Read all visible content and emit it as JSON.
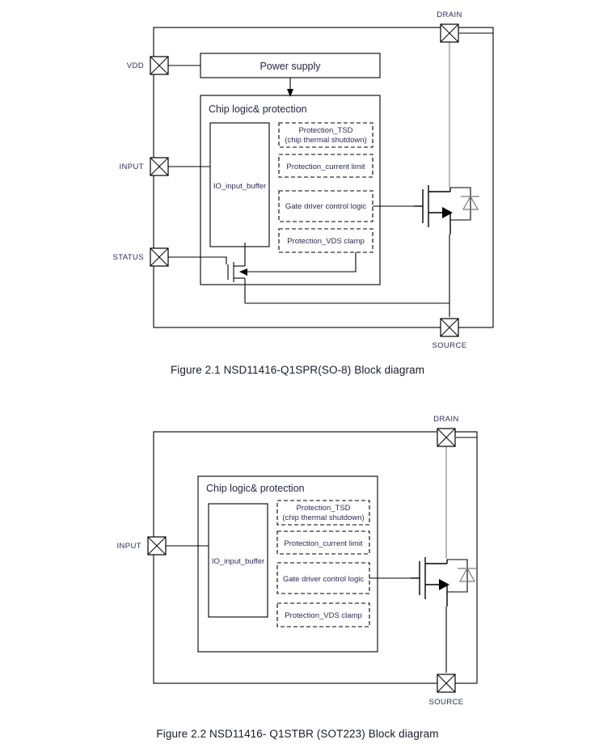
{
  "figures": [
    {
      "id": "fig-1",
      "caption": "Figure 2.1 NSD11416-Q1SPR(SO-8) Block diagram",
      "pins": [
        {
          "name": "VDD",
          "label": "VDD"
        },
        {
          "name": "INPUT",
          "label": "INPUT"
        },
        {
          "name": "STATUS",
          "label": "STATUS"
        },
        {
          "name": "DRAIN",
          "label": "DRAIN"
        },
        {
          "name": "SOURCE",
          "label": "SOURCE"
        }
      ],
      "blocks": {
        "power_supply": "Power supply",
        "chip_logic": "Chip logic& protection",
        "io_buffer": "IO_input_buffer",
        "protection_tsd_line1": "Protection_TSD",
        "protection_tsd_line2": "(chip thermal shutdown)",
        "protection_current_limit": "Protection_current limit",
        "gate_driver": "Gate driver control logic",
        "protection_vds": "Protection_VDS clamp"
      }
    },
    {
      "id": "fig-2",
      "caption": "Figure 2.2 NSD11416- Q1STBR (SOT223) Block diagram",
      "pins": [
        {
          "name": "INPUT",
          "label": "INPUT"
        },
        {
          "name": "DRAIN",
          "label": "DRAIN"
        },
        {
          "name": "SOURCE",
          "label": "SOURCE"
        }
      ],
      "blocks": {
        "chip_logic": "Chip logic& protection",
        "io_buffer": "IO_input_buffer",
        "protection_tsd_line1": "Protection_TSD",
        "protection_tsd_line2": "(chip thermal shutdown)",
        "protection_current_limit": "Protection_current limit",
        "gate_driver": "Gate driver control logic",
        "protection_vds": "Protection_VDS clamp"
      }
    }
  ],
  "colors": {
    "line": "#000000",
    "gray_line": "#9b9b9b",
    "text": "#262642",
    "background": "#ffffff"
  }
}
